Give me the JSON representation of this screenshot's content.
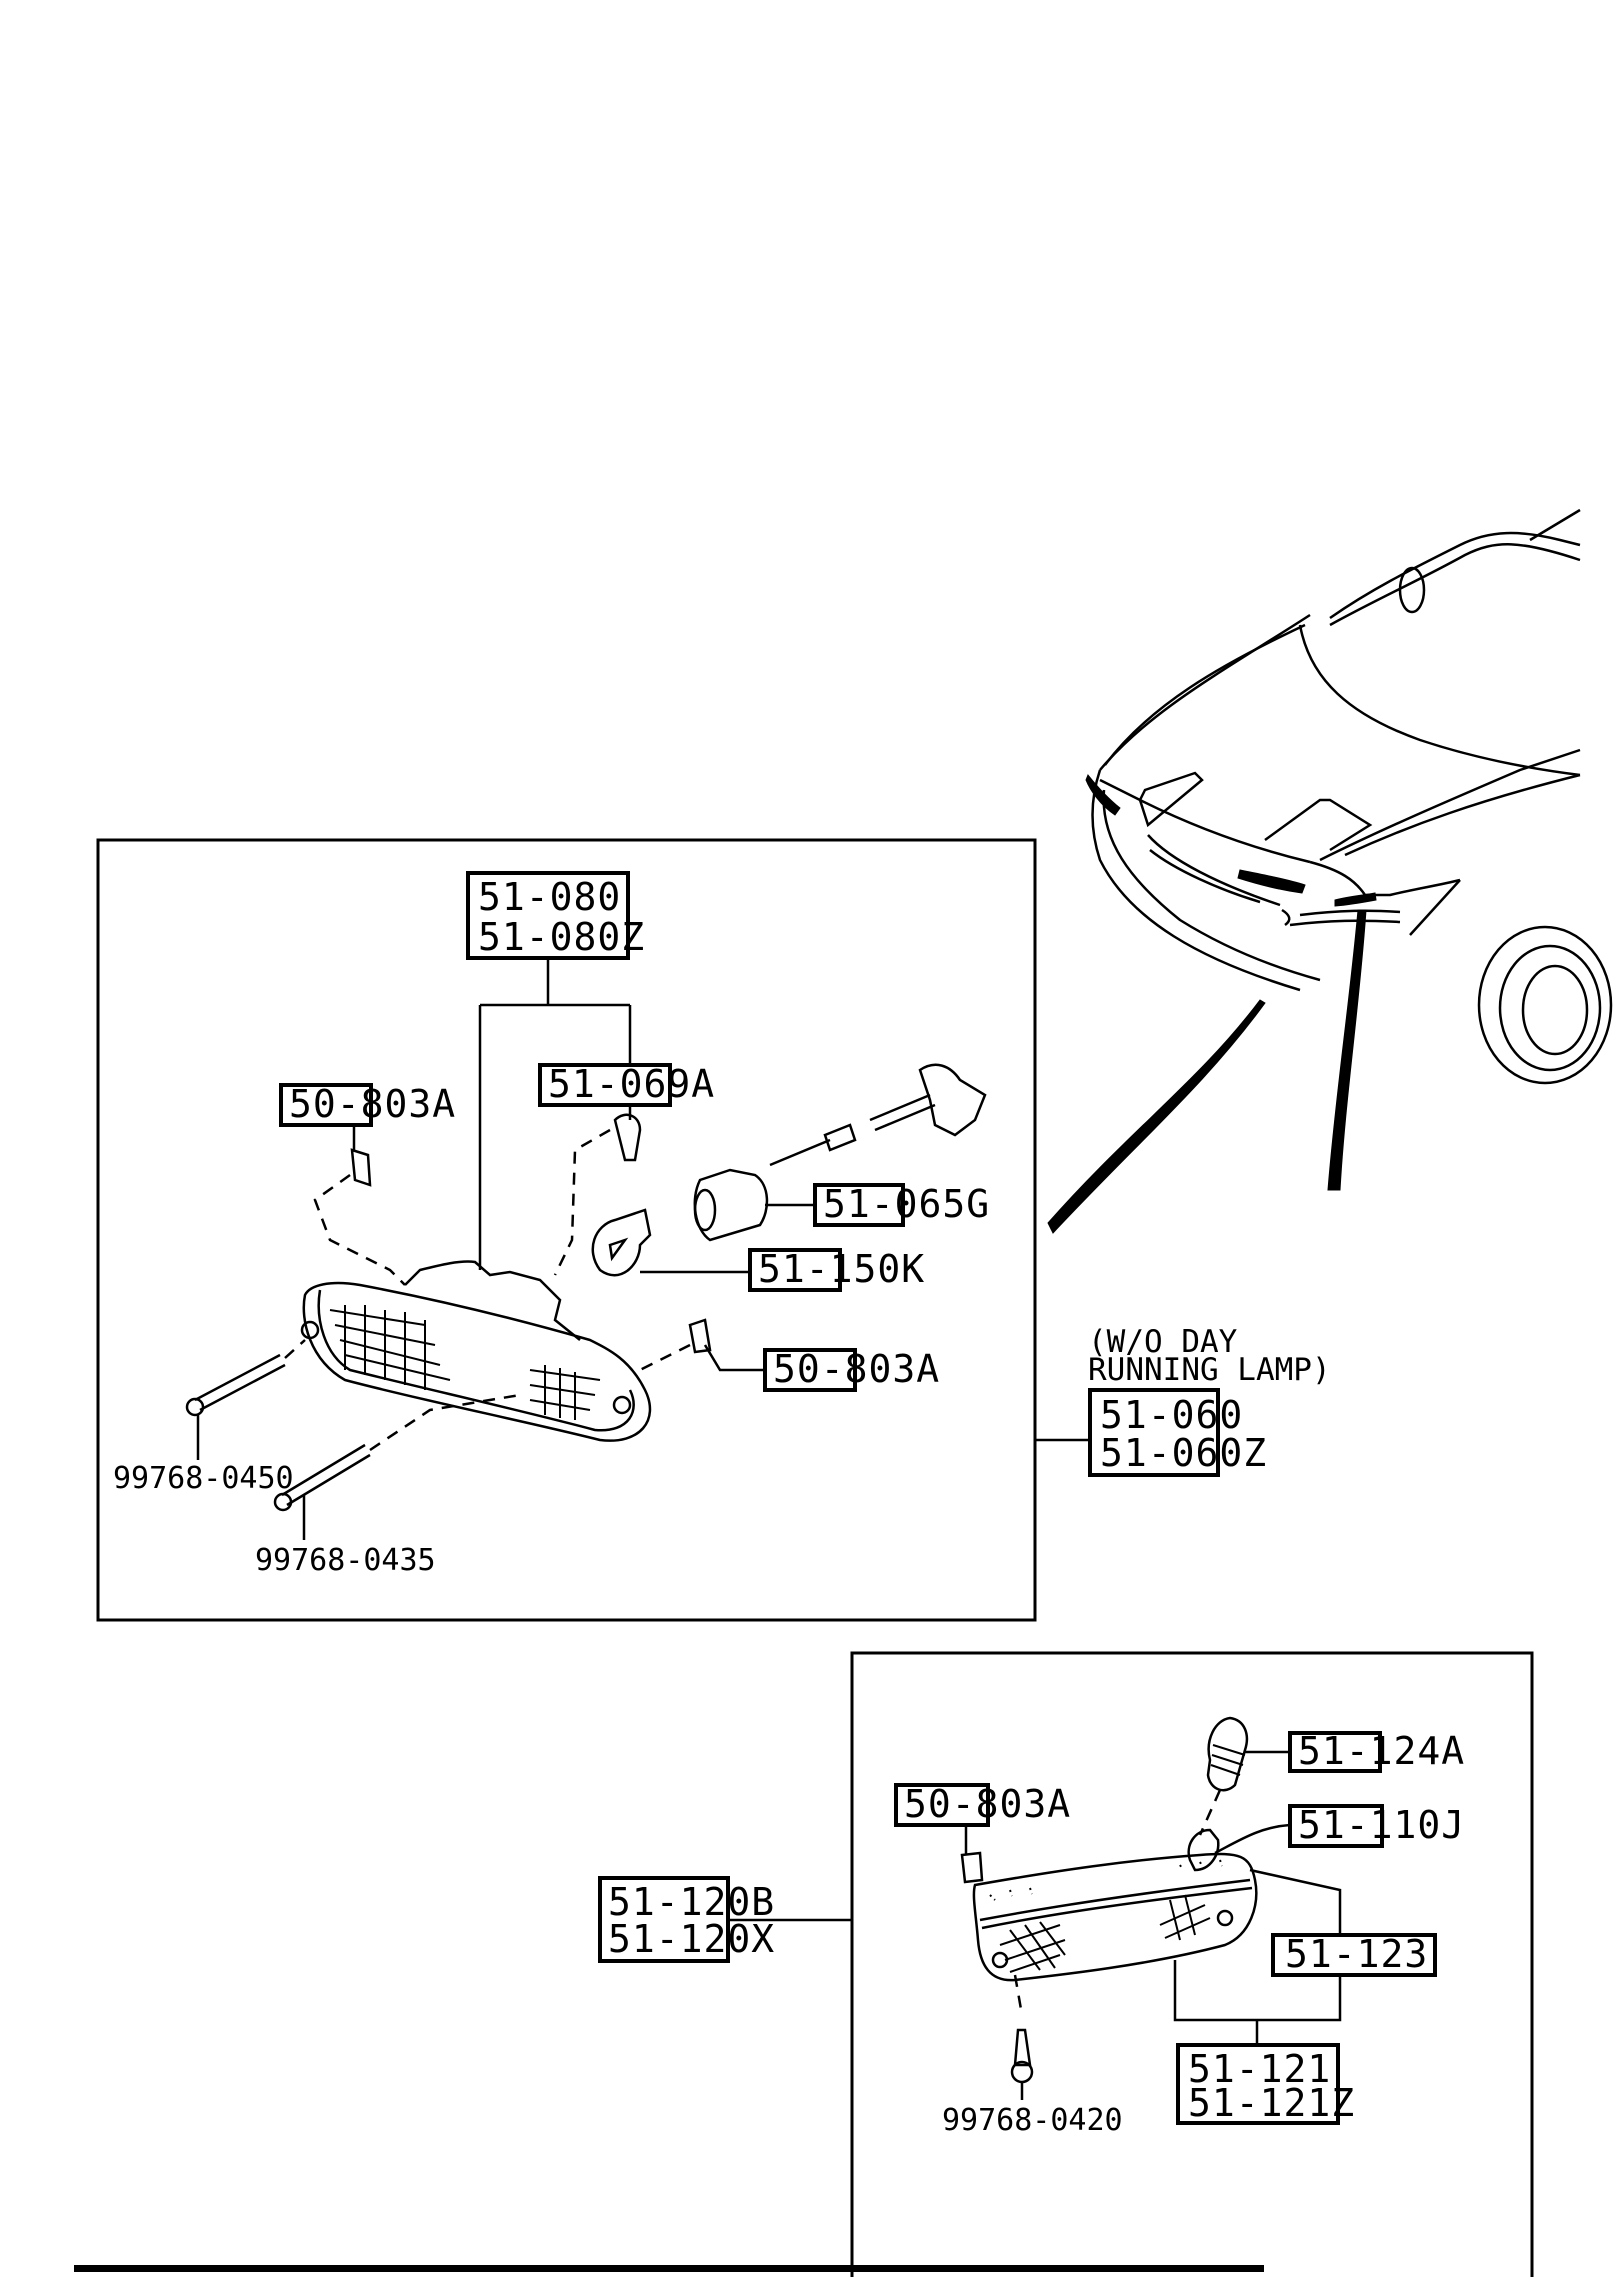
{
  "diagram": {
    "title": "Front turn signal lamp and side marker lamp parts diagram",
    "note": {
      "line1": "(W/O DAY",
      "line2": "RUNNING LAMP)"
    },
    "front_lamp_assembly": {
      "assembly_ref": [
        "51-060",
        "51-060Z"
      ],
      "lens_housing_ref": [
        "51-080",
        "51-080Z"
      ],
      "parts": [
        {
          "id": "p1",
          "ref": "51-069A"
        },
        {
          "id": "p2",
          "ref": "50-803A"
        },
        {
          "id": "p3",
          "ref": "51-065G"
        },
        {
          "id": "p4",
          "ref": "51-150K"
        },
        {
          "id": "p5",
          "ref": "50-803A"
        }
      ],
      "screws": [
        {
          "id": "s1",
          "ref": "99768-0450"
        },
        {
          "id": "s2",
          "ref": "99768-0435"
        }
      ]
    },
    "side_marker_assembly": {
      "assembly_ref": [
        "51-120B",
        "51-120X"
      ],
      "lens_ref": [
        "51-121",
        "51-121Z"
      ],
      "parts": [
        {
          "id": "m1",
          "ref": "51-124A"
        },
        {
          "id": "m2",
          "ref": "50-803A"
        },
        {
          "id": "m3",
          "ref": "51-110J"
        },
        {
          "id": "m4",
          "ref": "51-123"
        }
      ],
      "screws": [
        {
          "id": "ms1",
          "ref": "99768-0420"
        }
      ]
    }
  }
}
